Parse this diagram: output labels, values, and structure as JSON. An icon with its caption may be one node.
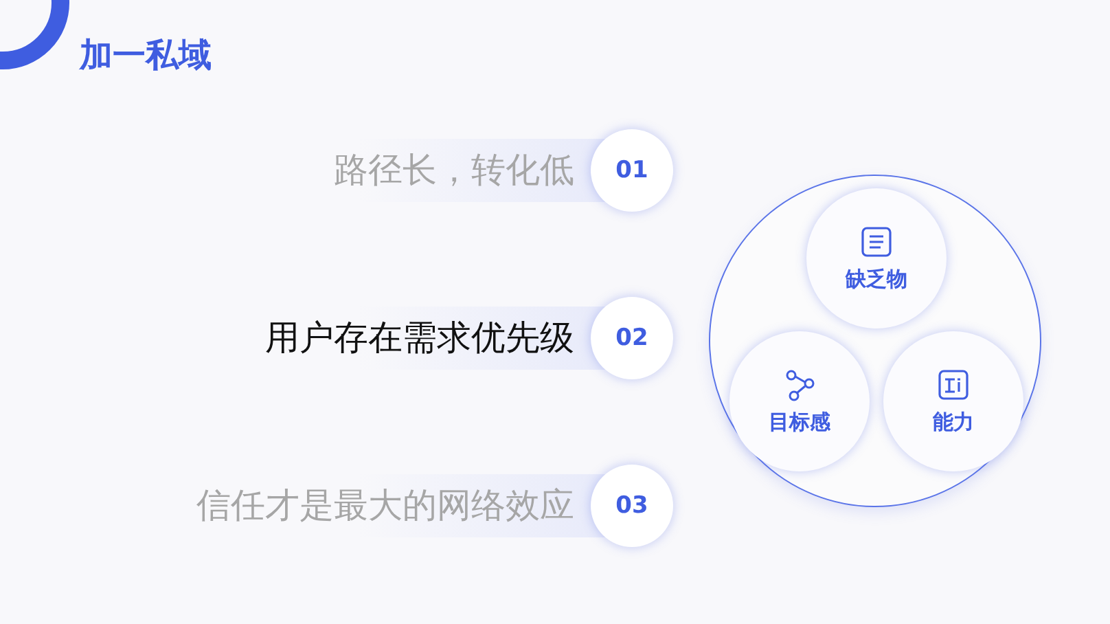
{
  "diagram": {
    "title": "加一私域",
    "nodes": [
      {
        "text": [
          "01"
        ],
        "beside": [
          "路径长，转化低"
        ]
      },
      {
        "text": [
          "02"
        ],
        "beside": [
          "用户存在需求优先级"
        ]
      },
      {
        "text": [
          "03"
        ],
        "beside": [
          "信任才是最大的网络效应"
        ]
      },
      {
        "text": [],
        "shape": "circle"
      },
      {
        "text": [
          "缺乏物"
        ],
        "in": 3
      },
      {
        "text": [
          "目标感"
        ],
        "in": 3
      },
      {
        "text": [
          "能力"
        ],
        "in": 3
      }
    ]
  }
}
